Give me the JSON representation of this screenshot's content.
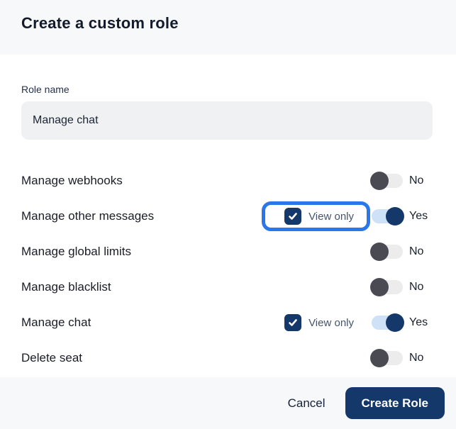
{
  "dialog": {
    "title": "Create a custom role",
    "role_name": {
      "label": "Role name",
      "value": "Manage chat"
    },
    "permissions": [
      {
        "label": "Manage webhooks",
        "toggle": "No",
        "view_only": false,
        "view_only_label": "",
        "view_only_checked": false,
        "highlighted": false
      },
      {
        "label": "Manage other messages",
        "toggle": "Yes",
        "view_only": true,
        "view_only_label": "View only",
        "view_only_checked": true,
        "highlighted": true
      },
      {
        "label": "Manage global limits",
        "toggle": "No",
        "view_only": false,
        "view_only_label": "",
        "view_only_checked": false,
        "highlighted": false
      },
      {
        "label": "Manage blacklist",
        "toggle": "No",
        "view_only": false,
        "view_only_label": "",
        "view_only_checked": false,
        "highlighted": false
      },
      {
        "label": "Manage chat",
        "toggle": "Yes",
        "view_only": true,
        "view_only_label": "View only",
        "view_only_checked": true,
        "highlighted": false
      },
      {
        "label": "Delete seat",
        "toggle": "No",
        "view_only": false,
        "view_only_label": "",
        "view_only_checked": false,
        "highlighted": false
      }
    ],
    "footer": {
      "cancel_label": "Cancel",
      "create_label": "Create Role"
    },
    "icons": {
      "checkbox": "check-icon"
    },
    "colors": {
      "navy": "#15386b",
      "highlight_ring_blue": "#2b76e8",
      "toggle_off_knob": "#4a4a53",
      "toggle_off_track": "#ececec",
      "toggle_on_track": "#cfe1f7",
      "header_footer_bg": "#f7f8fa",
      "input_bg": "#f0f1f3",
      "title_text": "#131b2b"
    }
  }
}
